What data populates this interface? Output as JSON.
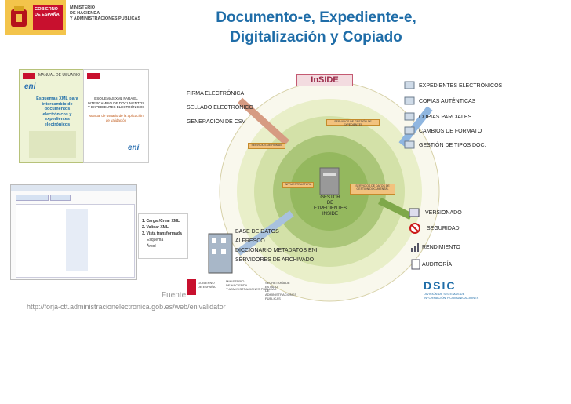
{
  "title": {
    "line1": "Documento-e, Expediente-e,",
    "line2": "Digitalización y Copiado"
  },
  "gov_logo": {
    "line1": "GOBIERNO",
    "line2": "DE ESPAÑA",
    "line3": "MINISTERIO",
    "line4": "DE HACIENDA",
    "line5": "Y ADMINISTRACIONES PÚBLICAS"
  },
  "thumb1": {
    "tab": "MANUAL DE USUARIO",
    "logo": "eni",
    "heading": "Esquemas XML para intercambio de documentos electrónicos y expedientes electrónicos"
  },
  "thumb2": {
    "heading": "ESQUEMAS XML PARA EL INTERCAMBIO DE DOCUMENTOS Y EXPEDIENTES ELECTRÓNICOS",
    "subheading": "Manual de usuario de la aplicación de validación",
    "logo": "eni"
  },
  "screenshot_steps": {
    "s1": "1. Cargar/Crear XML",
    "s2": "2. Validar XML",
    "s3": "3. Vista transformada",
    "s3a": "Esquema",
    "s3b": "Árbol"
  },
  "fuente": "Fuente:",
  "source_url": "http://forja-ctt.administracionelectronica.gob.es/web/enivalidator",
  "inside_title": "InSIDE",
  "left_labels": [
    "FIRMA ELECTRÓNICA",
    "SELLADO ELECTRÓNICO",
    "GENERACIÓN DE CSV"
  ],
  "right_labels": [
    "EXPEDIENTES ELECTRÓNICOS",
    "COPIAS AUTÉNTICAS",
    "COPIAS PARCIALES",
    "CAMBIOS DE FORMATO",
    "GESTIÓN DE TIPOS DOC."
  ],
  "service_labels": {
    "firma": "SERVICIOS DE FIRMAS",
    "gestion": "SERVICIOS DE GESTIÓN DE EXPEDIENTES",
    "infra": "INFRAESTRUCTURA",
    "docs": "SERVICIOS DE DATOS DE GESTIÓN DOCUMENTAL"
  },
  "center": {
    "l1": "GESTOR",
    "l2": "DE EXPEDIENTES",
    "l3": "INSIDE"
  },
  "storage_labels": [
    "BASE DE DATOS",
    "ALFRESCO",
    "DICCIONARIO METADATOS ENI",
    "SERVIDORES DE ARCHIVADO"
  ],
  "ops_labels": [
    "VERSIONADO",
    "SEGURIDAD",
    "RENDIMIENTO",
    "AUDITORÍA"
  ],
  "bottom_logo": {
    "l1": "GOBIERNO",
    "l2": "DE ESPAÑA",
    "m1": "MINISTERIO",
    "m2": "DE HACIENDA",
    "m3": "Y ADMINISTRACIONES PÚBLICAS",
    "s1": "SECRETARÍA DE ESTADO",
    "s2": "DE ADMINISTRACIONES PÚBLICAS"
  },
  "dsic": {
    "name": "DSIC",
    "sub1": "DIVISIÓN DE SISTEMAS DE",
    "sub2": "INFORMACIÓN Y COMUNICACIONES"
  }
}
